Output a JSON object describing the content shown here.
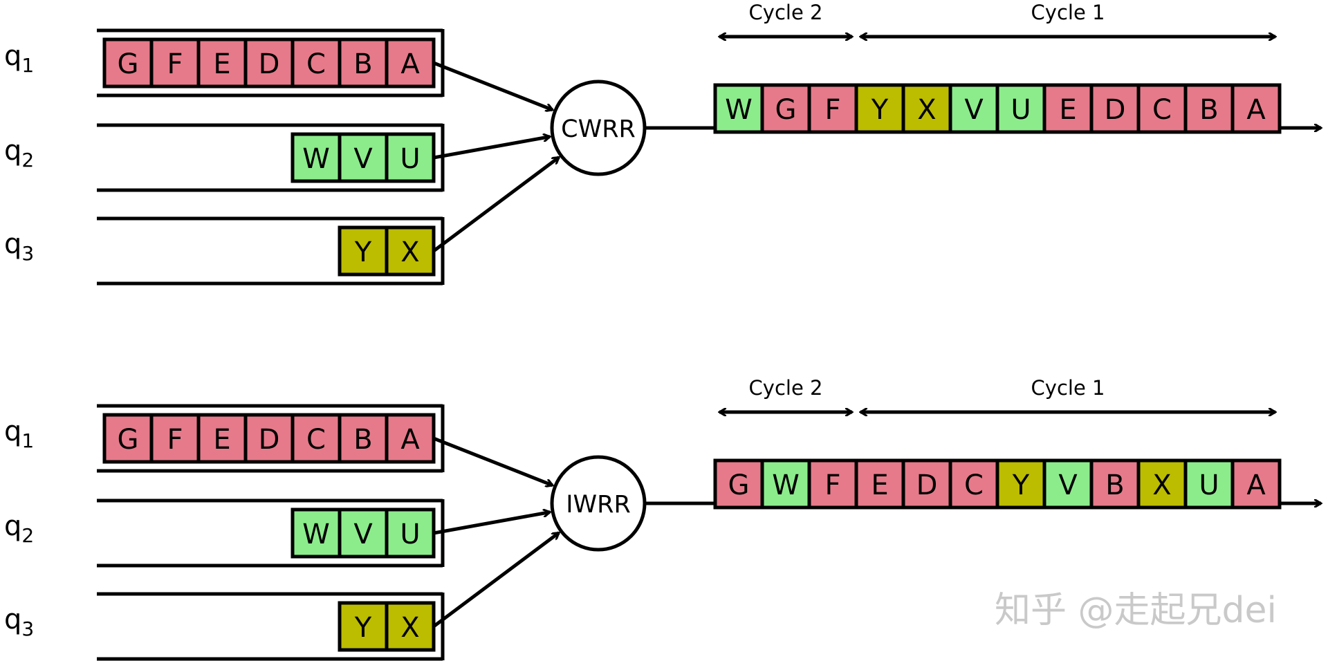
{
  "colors": {
    "q1": "#e67a8a",
    "q2": "#8cec8c",
    "q3": "#bcbc00",
    "stroke": "#000000"
  },
  "panels": [
    {
      "scheduler_label": "CWRR",
      "queues": [
        {
          "label": "q",
          "index": "1",
          "color_key": "q1",
          "packets": [
            "G",
            "F",
            "E",
            "D",
            "C",
            "B",
            "A"
          ]
        },
        {
          "label": "q",
          "index": "2",
          "color_key": "q2",
          "packets": [
            "W",
            "V",
            "U"
          ]
        },
        {
          "label": "q",
          "index": "3",
          "color_key": "q3",
          "packets": [
            "Y",
            "X"
          ]
        }
      ],
      "output": [
        {
          "label": "W",
          "color_key": "q2"
        },
        {
          "label": "G",
          "color_key": "q1"
        },
        {
          "label": "F",
          "color_key": "q1"
        },
        {
          "label": "Y",
          "color_key": "q3"
        },
        {
          "label": "X",
          "color_key": "q3"
        },
        {
          "label": "V",
          "color_key": "q2"
        },
        {
          "label": "U",
          "color_key": "q2"
        },
        {
          "label": "E",
          "color_key": "q1"
        },
        {
          "label": "D",
          "color_key": "q1"
        },
        {
          "label": "C",
          "color_key": "q1"
        },
        {
          "label": "B",
          "color_key": "q1"
        },
        {
          "label": "A",
          "color_key": "q1"
        }
      ],
      "cycles": [
        {
          "label": "Cycle 2",
          "span": 3
        },
        {
          "label": "Cycle 1",
          "span": 9
        }
      ]
    },
    {
      "scheduler_label": "IWRR",
      "queues": [
        {
          "label": "q",
          "index": "1",
          "color_key": "q1",
          "packets": [
            "G",
            "F",
            "E",
            "D",
            "C",
            "B",
            "A"
          ]
        },
        {
          "label": "q",
          "index": "2",
          "color_key": "q2",
          "packets": [
            "W",
            "V",
            "U"
          ]
        },
        {
          "label": "q",
          "index": "3",
          "color_key": "q3",
          "packets": [
            "Y",
            "X"
          ]
        }
      ],
      "output": [
        {
          "label": "G",
          "color_key": "q1"
        },
        {
          "label": "W",
          "color_key": "q2"
        },
        {
          "label": "F",
          "color_key": "q1"
        },
        {
          "label": "E",
          "color_key": "q1"
        },
        {
          "label": "D",
          "color_key": "q1"
        },
        {
          "label": "C",
          "color_key": "q1"
        },
        {
          "label": "Y",
          "color_key": "q3"
        },
        {
          "label": "V",
          "color_key": "q2"
        },
        {
          "label": "B",
          "color_key": "q1"
        },
        {
          "label": "X",
          "color_key": "q3"
        },
        {
          "label": "U",
          "color_key": "q2"
        },
        {
          "label": "A",
          "color_key": "q1"
        }
      ],
      "cycles": [
        {
          "label": "Cycle 2",
          "span": 3
        },
        {
          "label": "Cycle 1",
          "span": 9
        }
      ]
    }
  ],
  "watermark": "知乎 @走起兄dei"
}
